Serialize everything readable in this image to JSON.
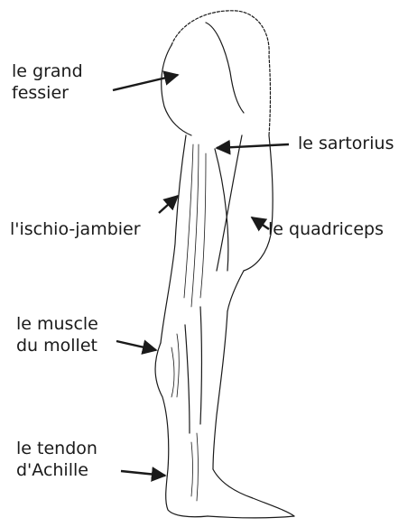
{
  "diagram": {
    "labels": {
      "gluteus": {
        "line1": "le grand",
        "line2": "fessier"
      },
      "sartorius": "le sartorius",
      "hamstring": "l'ischio-jambier",
      "quadriceps": "le quadriceps",
      "calf": {
        "line1": "le muscle",
        "line2": "du mollet"
      },
      "achilles": {
        "line1": "le tendon",
        "line2": "d'Achille"
      }
    },
    "colors": {
      "ink": "#1a1a1a",
      "background": "#ffffff"
    }
  }
}
